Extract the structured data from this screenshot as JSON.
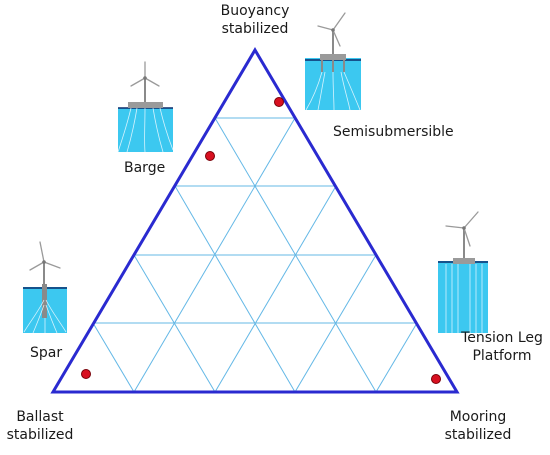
{
  "labels": {
    "top_line1": "Buoyancy",
    "top_line2": "stabilized",
    "bl_line1": "Ballast",
    "bl_line2": "stabilized",
    "br_line1": "Mooring",
    "br_line2": "stabilized",
    "barge": "Barge",
    "semi": "Semisubmersible",
    "spar": "Spar",
    "tlp_line1": "Tension Leg",
    "tlp_line2": "Platform"
  },
  "colors": {
    "triangle": "#2a2ad0",
    "grid": "#64b8e6",
    "water": "#3cc8f0",
    "water_dark": "#1f9fd0",
    "point": "#d81020",
    "turbine": "#8a8a8a"
  },
  "icons": [
    "barge-turbine-icon",
    "semisubmersible-turbine-icon",
    "spar-turbine-icon",
    "tension-leg-platform-turbine-icon"
  ]
}
